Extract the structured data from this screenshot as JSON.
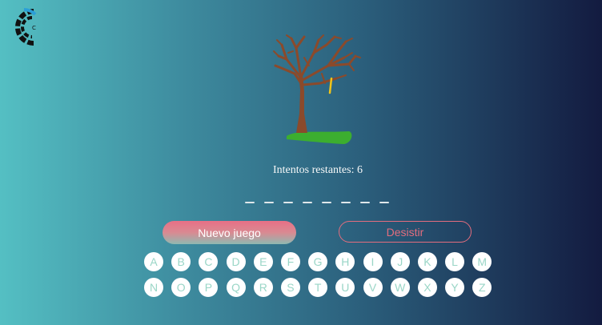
{
  "game": {
    "attempts_text": "Intentos restantes: 6",
    "word_length": 8,
    "new_game_label": "Nuevo juego",
    "quit_label": "Desistir"
  },
  "keyboard": {
    "row1": [
      "A",
      "B",
      "C",
      "D",
      "E",
      "F",
      "G",
      "H",
      "I",
      "J",
      "K",
      "L",
      "M"
    ],
    "row2": [
      "N",
      "O",
      "P",
      "Q",
      "R",
      "S",
      "T",
      "U",
      "V",
      "W",
      "X",
      "Y",
      "Z"
    ]
  },
  "colors": {
    "accent": "#e36d7e",
    "key_text": "#9ad6c7",
    "tree_trunk": "#8b4a2b",
    "grass": "#3cae2f",
    "rope": "#f0c419"
  },
  "icons": {
    "logo": "logo-icon",
    "tree": "tree-icon"
  }
}
